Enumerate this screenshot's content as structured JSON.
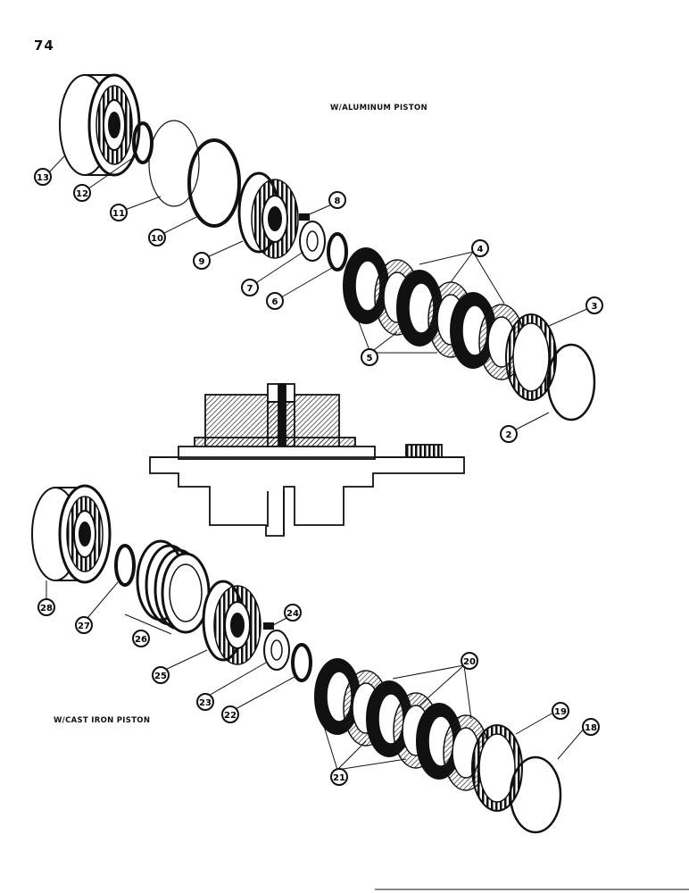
{
  "page_number": "74",
  "captions": {
    "aluminum": "W/ALUMINUM PISTON",
    "cast_iron": "W/CAST IRON PISTON"
  },
  "callouts": [
    "2",
    "3",
    "4",
    "5",
    "6",
    "7",
    "8",
    "9",
    "10",
    "11",
    "12",
    "13",
    "18",
    "19",
    "20",
    "21",
    "22",
    "23",
    "24",
    "25",
    "26",
    "27",
    "28"
  ]
}
